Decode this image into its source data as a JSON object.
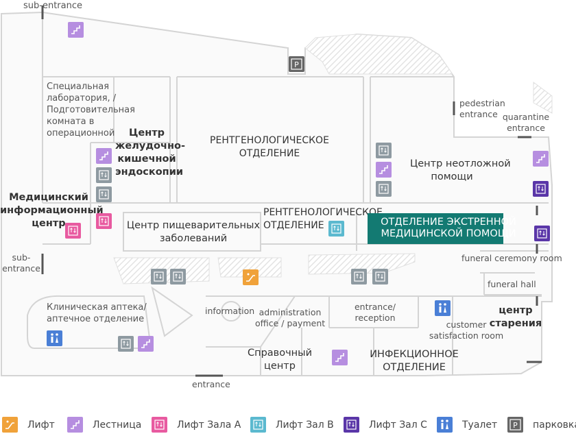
{
  "labels": {
    "sub_entrance_top": "sub-entrance",
    "special_lab": "Специальная\nлаборатория, /\nПодготовительная\nкомната в\nоперационной",
    "gi_endoscopy": "Центр\nжелудочно-\nкишечной\nэндоскопии",
    "radiology_1": "РЕНТГЕНОЛОГИЧЕСКОЕ\nОТДЕЛЕНИЕ",
    "pedestrian_entrance": "pedestrian\nentrance",
    "quarantine_entrance": "quarantine\nentrance",
    "emergency_center": "Центр неотложной\nпомощи",
    "medical_info_center": "Медицинский\nинформационный\nцентр",
    "digestive_center": "Центр пищеварительных\nзаболеваний",
    "radiology_2": "РЕНТГЕНОЛОГИЧЕСКОЕ\nОТДЕЛЕНИЕ",
    "emergency_dept": "ОТДЕЛЕНИЕ ЭКСТРЕННОЙ\nМЕДИЦИНСКОЙ ПОМОЩИ",
    "funeral_ceremony": "funeral ceremony room",
    "sub_entrance_left": "sub-\nentrance",
    "funeral_hall": "funeral hall",
    "pharmacy": "Клиническая аптека/\nаптечное отделение",
    "information": "information",
    "admin_office": "administration\noffice / payment",
    "entrance_reception": "entrance/\nreception",
    "customer_satisfaction": "customer\nsatisfaction room",
    "aging_center": "центр\nстарения",
    "help_center": "Справочный\nцентр",
    "infection_dept": "ИНФЕКЦИОННОЕ\nОТДЕЛЕНИЕ",
    "entrance_bottom": "entrance"
  },
  "legend": [
    {
      "label": "Лифт",
      "icon": "elevator-icon",
      "color": "#f0a23a"
    },
    {
      "label": "Лестница",
      "icon": "stairs-icon",
      "color": "#b68ee0"
    },
    {
      "label": "Лифт Зала A",
      "icon": "elevator-icon",
      "color": "#e85aa0"
    },
    {
      "label": "Лифт Зал B",
      "icon": "elevator-icon",
      "color": "#5bb9cf"
    },
    {
      "label": "Лифт Зал C",
      "icon": "elevator-icon",
      "color": "#5a36a8"
    },
    {
      "label": "Туалет",
      "icon": "restroom-icon",
      "color": "#4a7fd6"
    },
    {
      "label": "парковка",
      "icon": "parking-icon",
      "color": "#666666",
      "glyph": "P"
    }
  ],
  "colors": {
    "highlight": "#137a72",
    "walls": "#cfcfcf",
    "entrance_marker": "#555555"
  }
}
